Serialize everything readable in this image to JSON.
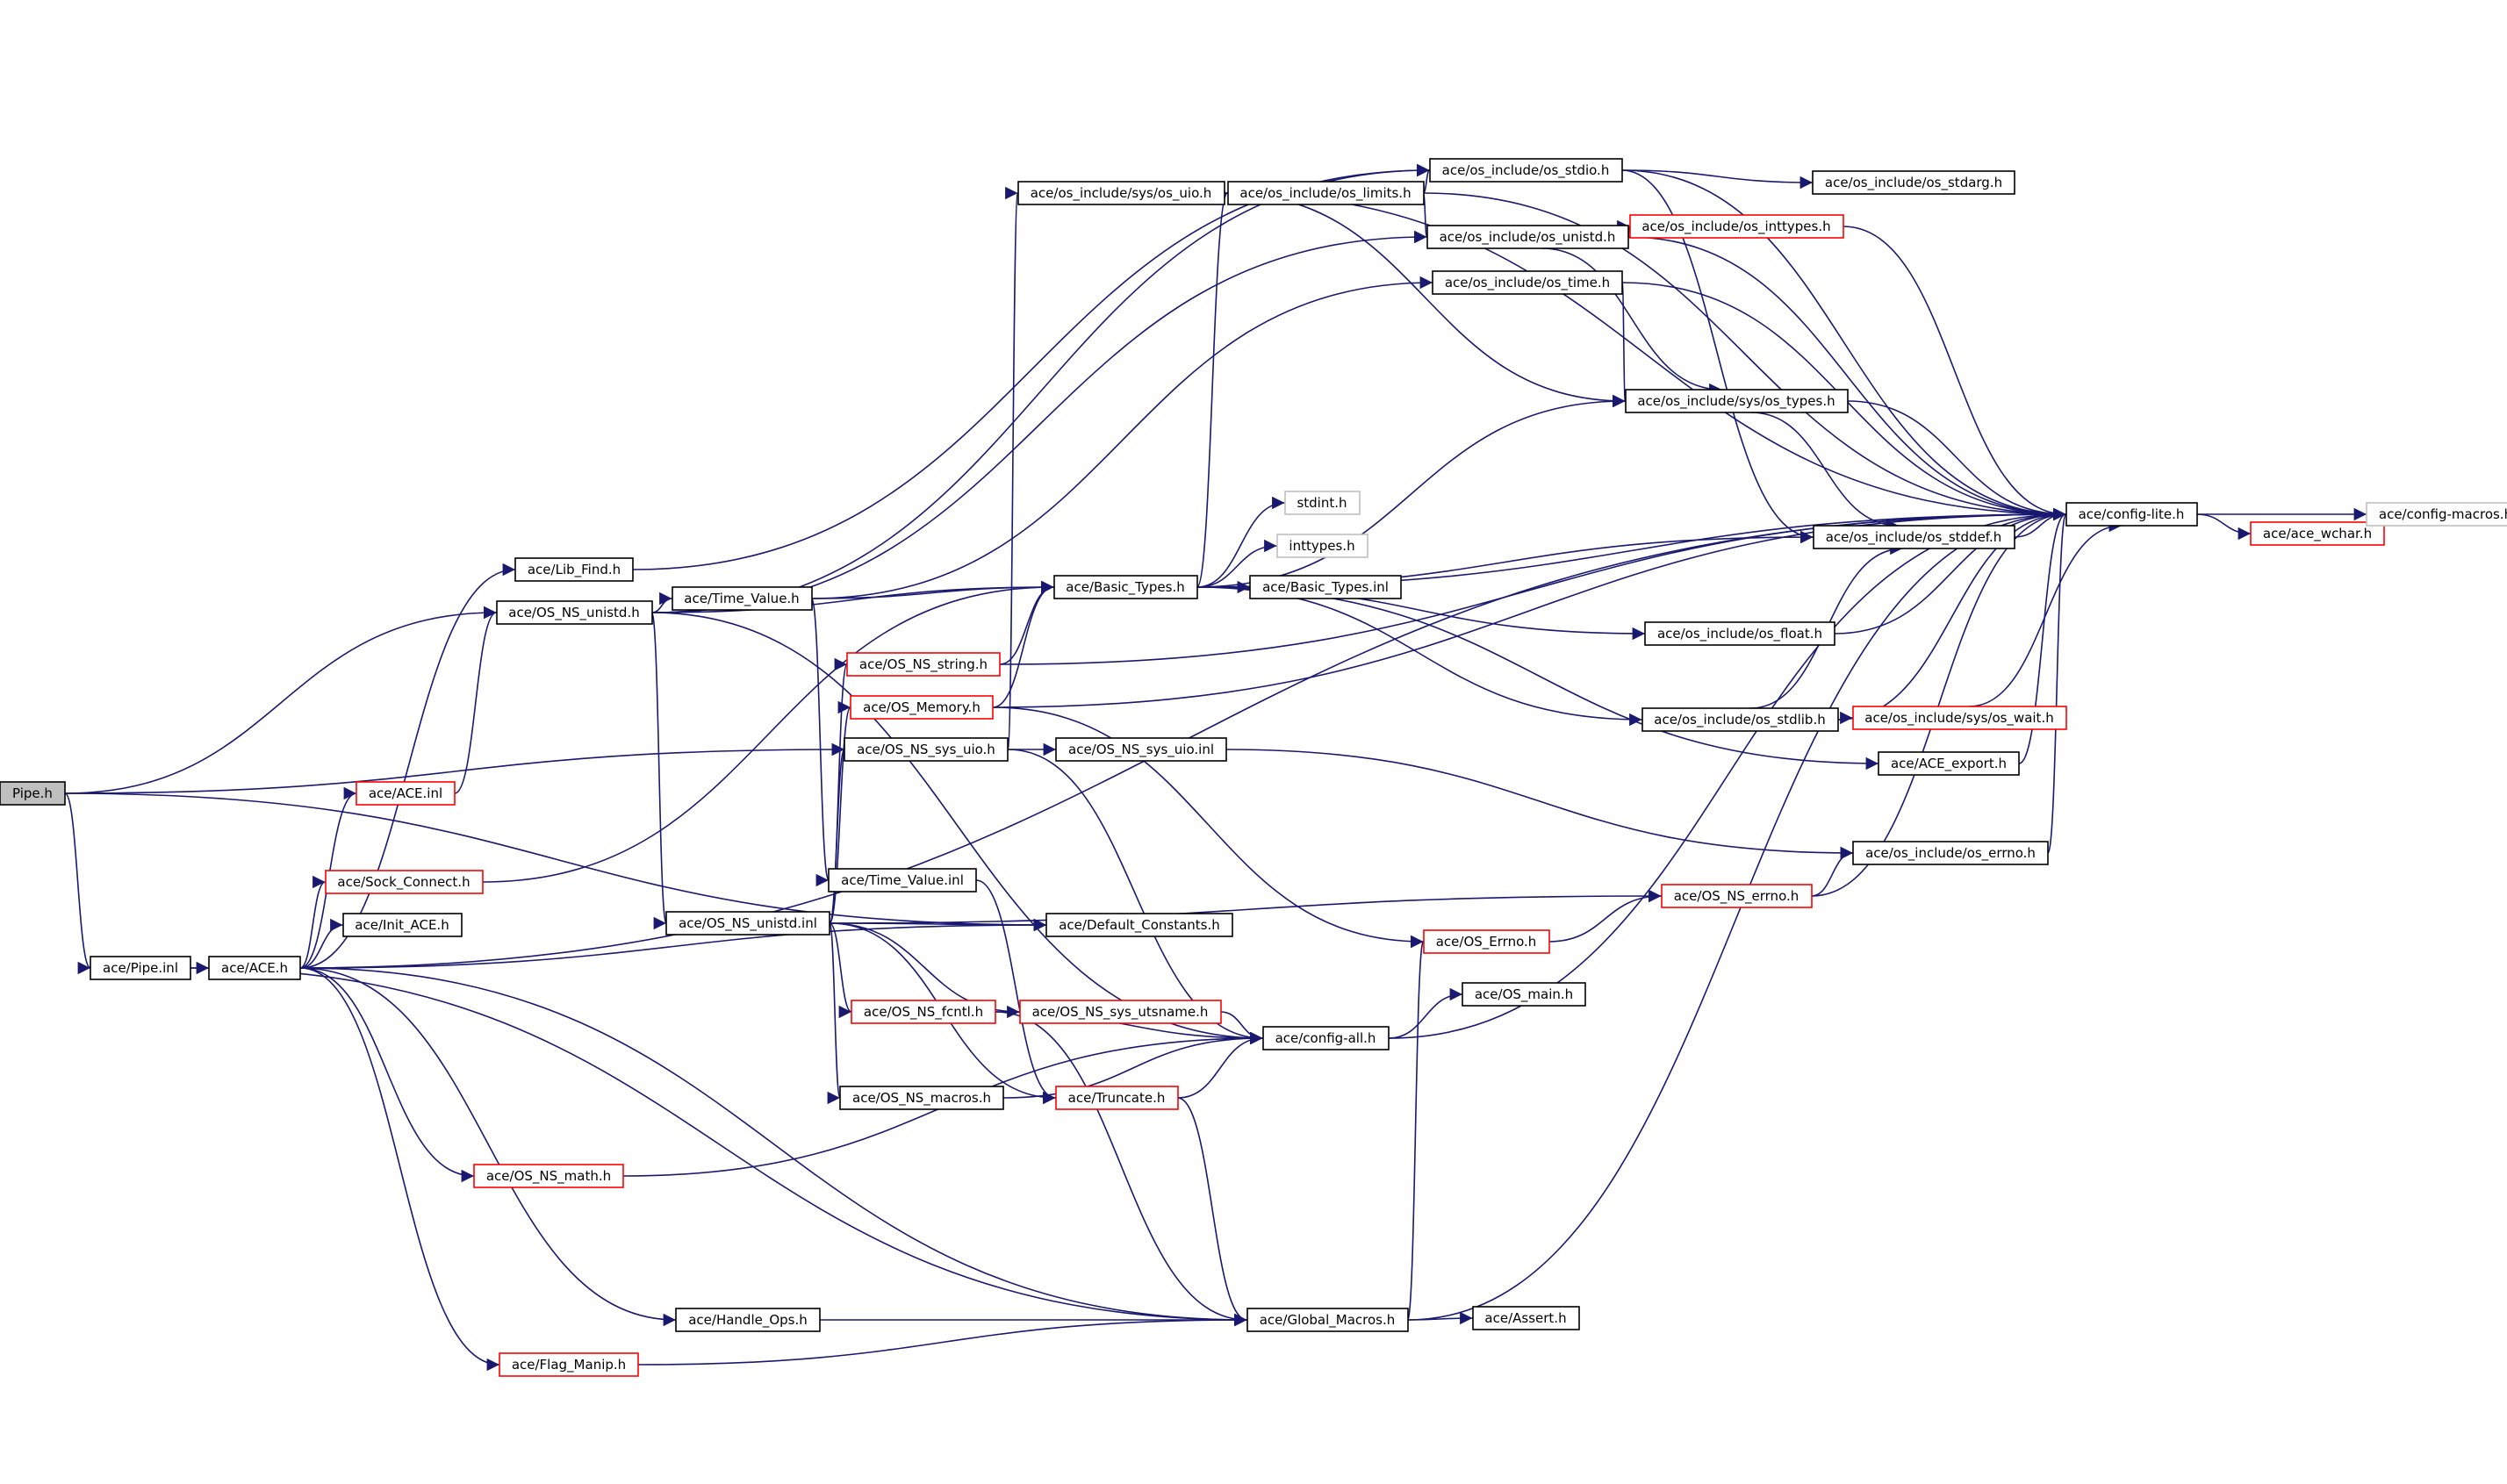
{
  "graph": {
    "colors": {
      "edge": "#191970",
      "node_border": "#000000",
      "truncated_border": "#ff0000",
      "system_border": "#bfbfbf",
      "root_fill": "#bfbfbf"
    },
    "nodes": [
      {
        "id": "pipe_h",
        "label": "Pipe.h",
        "style": "root"
      },
      {
        "id": "pipe_inl",
        "label": "ace/Pipe.inl",
        "style": "normal"
      },
      {
        "id": "ace_h",
        "label": "ace/ACE.h",
        "style": "normal"
      },
      {
        "id": "ace_inl",
        "label": "ace/ACE.inl",
        "style": "red"
      },
      {
        "id": "sock_connect",
        "label": "ace/Sock_Connect.h",
        "style": "red"
      },
      {
        "id": "init_ace",
        "label": "ace/Init_ACE.h",
        "style": "normal"
      },
      {
        "id": "lib_find",
        "label": "ace/Lib_Find.h",
        "style": "normal"
      },
      {
        "id": "os_ns_unistd_h",
        "label": "ace/OS_NS_unistd.h",
        "style": "normal"
      },
      {
        "id": "os_ns_unistd_inl",
        "label": "ace/OS_NS_unistd.inl",
        "style": "normal"
      },
      {
        "id": "time_value_h",
        "label": "ace/Time_Value.h",
        "style": "normal"
      },
      {
        "id": "time_value_inl",
        "label": "ace/Time_Value.inl",
        "style": "normal"
      },
      {
        "id": "os_ns_math",
        "label": "ace/OS_NS_math.h",
        "style": "red"
      },
      {
        "id": "handle_ops",
        "label": "ace/Handle_Ops.h",
        "style": "normal"
      },
      {
        "id": "flag_manip",
        "label": "ace/Flag_Manip.h",
        "style": "red"
      },
      {
        "id": "os_ns_string",
        "label": "ace/OS_NS_string.h",
        "style": "red"
      },
      {
        "id": "os_memory",
        "label": "ace/OS_Memory.h",
        "style": "red"
      },
      {
        "id": "os_ns_sys_uio_h",
        "label": "ace/OS_NS_sys_uio.h",
        "style": "normal"
      },
      {
        "id": "os_ns_sys_uio_inl",
        "label": "ace/OS_NS_sys_uio.inl",
        "style": "normal"
      },
      {
        "id": "default_constants",
        "label": "ace/Default_Constants.h",
        "style": "normal"
      },
      {
        "id": "os_ns_fcntl",
        "label": "ace/OS_NS_fcntl.h",
        "style": "red"
      },
      {
        "id": "os_ns_sys_utsname",
        "label": "ace/OS_NS_sys_utsname.h",
        "style": "red"
      },
      {
        "id": "os_ns_macros",
        "label": "ace/OS_NS_macros.h",
        "style": "normal"
      },
      {
        "id": "truncate",
        "label": "ace/Truncate.h",
        "style": "red"
      },
      {
        "id": "config_all",
        "label": "ace/config-all.h",
        "style": "normal"
      },
      {
        "id": "global_macros",
        "label": "ace/Global_Macros.h",
        "style": "normal"
      },
      {
        "id": "assert_h",
        "label": "ace/Assert.h",
        "style": "normal"
      },
      {
        "id": "os_main",
        "label": "ace/OS_main.h",
        "style": "normal"
      },
      {
        "id": "os_errno",
        "label": "ace/OS_Errno.h",
        "style": "red"
      },
      {
        "id": "os_ns_errno",
        "label": "ace/OS_NS_errno.h",
        "style": "red"
      },
      {
        "id": "basic_types_h",
        "label": "ace/Basic_Types.h",
        "style": "normal"
      },
      {
        "id": "basic_types_inl",
        "label": "ace/Basic_Types.inl",
        "style": "normal"
      },
      {
        "id": "stdint",
        "label": "stdint.h",
        "style": "grey"
      },
      {
        "id": "inttypes",
        "label": "inttypes.h",
        "style": "grey"
      },
      {
        "id": "os_sys_uio",
        "label": "ace/os_include/sys/os_uio.h",
        "style": "normal"
      },
      {
        "id": "os_limits",
        "label": "ace/os_include/os_limits.h",
        "style": "normal"
      },
      {
        "id": "os_stdio",
        "label": "ace/os_include/os_stdio.h",
        "style": "normal"
      },
      {
        "id": "os_stdarg",
        "label": "ace/os_include/os_stdarg.h",
        "style": "normal"
      },
      {
        "id": "os_unistd",
        "label": "ace/os_include/os_unistd.h",
        "style": "normal"
      },
      {
        "id": "os_inttypes",
        "label": "ace/os_include/os_inttypes.h",
        "style": "red"
      },
      {
        "id": "os_time",
        "label": "ace/os_include/os_time.h",
        "style": "normal"
      },
      {
        "id": "os_sys_types",
        "label": "ace/os_include/sys/os_types.h",
        "style": "normal"
      },
      {
        "id": "os_stddef",
        "label": "ace/os_include/os_stddef.h",
        "style": "normal"
      },
      {
        "id": "os_float",
        "label": "ace/os_include/os_float.h",
        "style": "normal"
      },
      {
        "id": "os_stdlib",
        "label": "ace/os_include/os_stdlib.h",
        "style": "normal"
      },
      {
        "id": "os_sys_wait",
        "label": "ace/os_include/sys/os_wait.h",
        "style": "red"
      },
      {
        "id": "ace_export",
        "label": "ace/ACE_export.h",
        "style": "normal"
      },
      {
        "id": "os_errno_h",
        "label": "ace/os_include/os_errno.h",
        "style": "normal"
      },
      {
        "id": "config_lite",
        "label": "ace/config-lite.h",
        "style": "normal"
      },
      {
        "id": "ace_wchar",
        "label": "ace/ace_wchar.h",
        "style": "red"
      },
      {
        "id": "config_macros",
        "label": "ace/config-macros.h",
        "style": "grey"
      }
    ],
    "edges": [
      [
        "pipe_h",
        "pipe_inl"
      ],
      [
        "pipe_h",
        "os_ns_unistd_h"
      ],
      [
        "pipe_h",
        "os_ns_sys_uio_h"
      ],
      [
        "pipe_h",
        "default_constants"
      ],
      [
        "pipe_inl",
        "ace_h"
      ],
      [
        "pipe_inl",
        "global_macros"
      ],
      [
        "ace_h",
        "ace_inl"
      ],
      [
        "ace_h",
        "sock_connect"
      ],
      [
        "ace_h",
        "init_ace"
      ],
      [
        "ace_h",
        "lib_find"
      ],
      [
        "ace_h",
        "default_constants"
      ],
      [
        "ace_h",
        "os_ns_math"
      ],
      [
        "ace_h",
        "handle_ops"
      ],
      [
        "ace_h",
        "flag_manip"
      ],
      [
        "ace_h",
        "config_lite"
      ],
      [
        "ace_h",
        "global_macros"
      ],
      [
        "ace_inl",
        "os_ns_unistd_h"
      ],
      [
        "sock_connect",
        "basic_types_h"
      ],
      [
        "lib_find",
        "os_stdio"
      ],
      [
        "os_ns_unistd_h",
        "time_value_h"
      ],
      [
        "os_ns_unistd_h",
        "basic_types_h"
      ],
      [
        "os_ns_unistd_h",
        "os_ns_unistd_inl"
      ],
      [
        "os_ns_unistd_h",
        "os_stdio"
      ],
      [
        "os_ns_unistd_h",
        "os_unistd"
      ],
      [
        "os_ns_unistd_h",
        "config_all"
      ],
      [
        "time_value_h",
        "basic_types_h"
      ],
      [
        "time_value_h",
        "os_time"
      ],
      [
        "time_value_h",
        "time_value_inl"
      ],
      [
        "time_value_inl",
        "truncate"
      ],
      [
        "os_ns_unistd_inl",
        "default_constants"
      ],
      [
        "os_ns_unistd_inl",
        "os_ns_string"
      ],
      [
        "os_ns_unistd_inl",
        "os_memory"
      ],
      [
        "os_ns_unistd_inl",
        "os_ns_sys_uio_h"
      ],
      [
        "os_ns_unistd_inl",
        "os_ns_fcntl"
      ],
      [
        "os_ns_unistd_inl",
        "os_ns_sys_utsname"
      ],
      [
        "os_ns_unistd_inl",
        "os_ns_macros"
      ],
      [
        "os_ns_unistd_inl",
        "truncate"
      ],
      [
        "os_ns_unistd_inl",
        "os_ns_errno"
      ],
      [
        "os_ns_math",
        "config_all"
      ],
      [
        "handle_ops",
        "global_macros"
      ],
      [
        "flag_manip",
        "global_macros"
      ],
      [
        "os_ns_string",
        "basic_types_h"
      ],
      [
        "os_ns_string",
        "config_lite"
      ],
      [
        "os_memory",
        "basic_types_h"
      ],
      [
        "os_memory",
        "config_lite"
      ],
      [
        "os_memory",
        "os_errno"
      ],
      [
        "os_ns_sys_uio_h",
        "os_ns_sys_uio_inl"
      ],
      [
        "os_ns_sys_uio_h",
        "os_sys_uio"
      ],
      [
        "os_ns_sys_uio_h",
        "config_all"
      ],
      [
        "os_ns_sys_uio_inl",
        "os_errno_h"
      ],
      [
        "os_ns_fcntl",
        "config_all"
      ],
      [
        "os_ns_fcntl",
        "global_macros"
      ],
      [
        "os_ns_sys_utsname",
        "config_all"
      ],
      [
        "os_ns_macros",
        "config_all"
      ],
      [
        "truncate",
        "config_all"
      ],
      [
        "truncate",
        "global_macros"
      ],
      [
        "config_all",
        "os_main"
      ],
      [
        "config_all",
        "config_lite"
      ],
      [
        "global_macros",
        "assert_h"
      ],
      [
        "global_macros",
        "os_errno"
      ],
      [
        "global_macros",
        "config_lite"
      ],
      [
        "os_errno",
        "os_ns_errno"
      ],
      [
        "os_ns_errno",
        "os_errno_h"
      ],
      [
        "os_ns_errno",
        "config_lite"
      ],
      [
        "basic_types_h",
        "basic_types_inl"
      ],
      [
        "basic_types_h",
        "stdint"
      ],
      [
        "basic_types_h",
        "inttypes"
      ],
      [
        "basic_types_h",
        "os_limits"
      ],
      [
        "basic_types_h",
        "os_sys_types"
      ],
      [
        "basic_types_h",
        "os_stddef"
      ],
      [
        "basic_types_h",
        "os_float"
      ],
      [
        "basic_types_h",
        "os_stdlib"
      ],
      [
        "basic_types_h",
        "ace_export"
      ],
      [
        "basic_types_h",
        "config_lite"
      ],
      [
        "os_sys_uio",
        "os_limits"
      ],
      [
        "os_sys_uio",
        "os_sys_types"
      ],
      [
        "os_sys_uio",
        "config_lite"
      ],
      [
        "os_limits",
        "os_stdio"
      ],
      [
        "os_limits",
        "os_unistd"
      ],
      [
        "os_limits",
        "config_lite"
      ],
      [
        "os_stdio",
        "os_stdarg"
      ],
      [
        "os_stdio",
        "os_stddef"
      ],
      [
        "os_stdio",
        "config_lite"
      ],
      [
        "os_unistd",
        "os_inttypes"
      ],
      [
        "os_unistd",
        "os_sys_types"
      ],
      [
        "os_unistd",
        "config_lite"
      ],
      [
        "os_inttypes",
        "config_lite"
      ],
      [
        "os_time",
        "os_sys_types"
      ],
      [
        "os_time",
        "config_lite"
      ],
      [
        "os_sys_types",
        "os_stddef"
      ],
      [
        "os_sys_types",
        "config_lite"
      ],
      [
        "os_stddef",
        "config_lite"
      ],
      [
        "os_float",
        "config_lite"
      ],
      [
        "os_stdlib",
        "os_stddef"
      ],
      [
        "os_stdlib",
        "os_sys_wait"
      ],
      [
        "os_stdlib",
        "config_lite"
      ],
      [
        "os_sys_wait",
        "config_lite"
      ],
      [
        "ace_export",
        "config_lite"
      ],
      [
        "os_errno_h",
        "config_lite"
      ],
      [
        "config_lite",
        "ace_wchar"
      ],
      [
        "config_lite",
        "config_macros"
      ],
      [
        "ace_wchar",
        "config_macros"
      ]
    ]
  }
}
